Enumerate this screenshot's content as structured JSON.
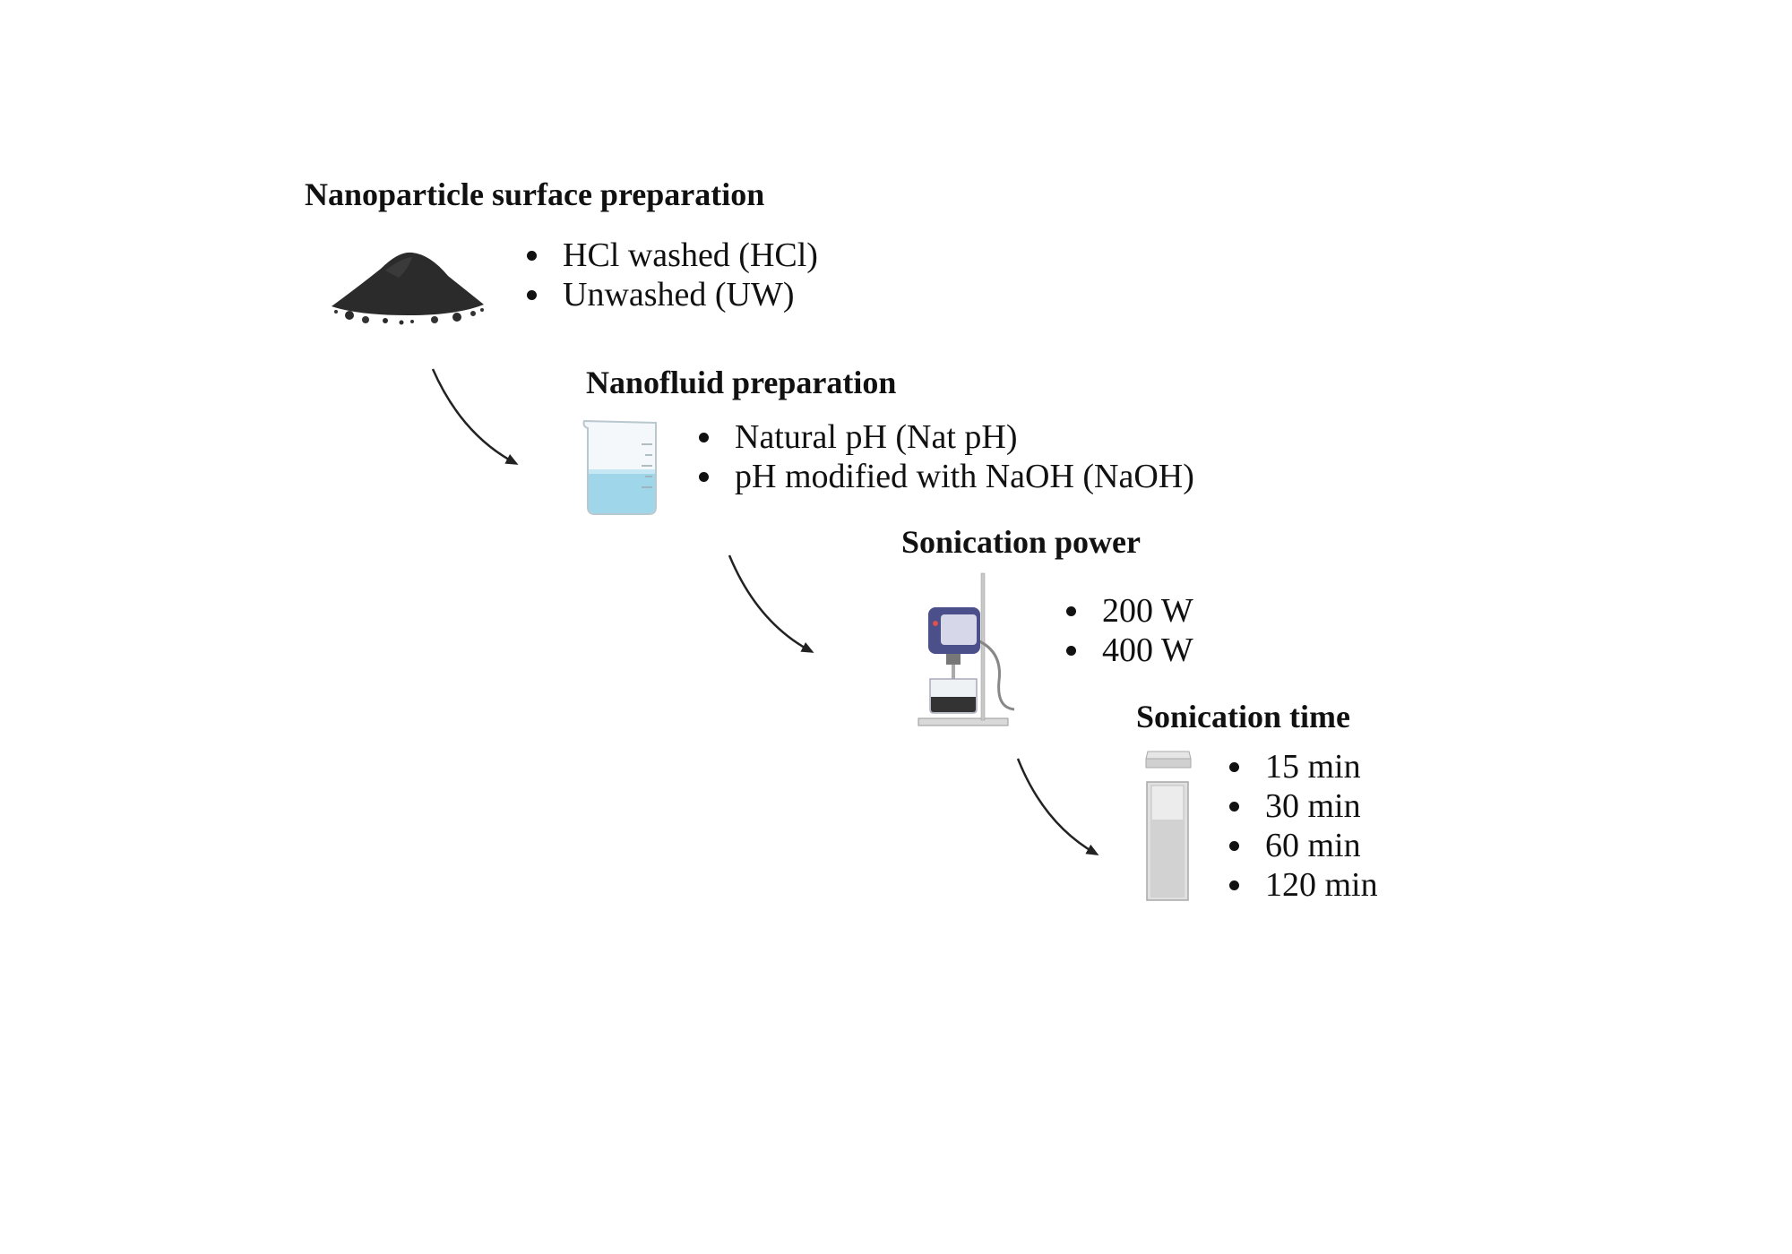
{
  "steps": [
    {
      "title": "Nanoparticle surface preparation",
      "icon": "powder-pile-icon",
      "items": [
        "HCl washed (HCl)",
        "Unwashed (UW)"
      ]
    },
    {
      "title": "Nanofluid preparation",
      "icon": "beaker-icon",
      "items": [
        "Natural pH (Nat pH)",
        "pH modified with NaOH (NaOH)"
      ]
    },
    {
      "title": "Sonication power",
      "icon": "probe-sonicator-icon",
      "items": [
        "200 W",
        "400 W"
      ]
    },
    {
      "title": "Sonication time",
      "icon": "cuvette-icon",
      "items": [
        "15 min",
        "30 min",
        "60 min",
        "120 min"
      ]
    }
  ],
  "colors": {
    "text": "#111111",
    "arrow": "#222222",
    "powder": "#2b2b2b",
    "beaker_liquid": "#9fd6ea",
    "sonicator_body": "#4b4f8a",
    "cuvette": "#cfcfcf"
  }
}
